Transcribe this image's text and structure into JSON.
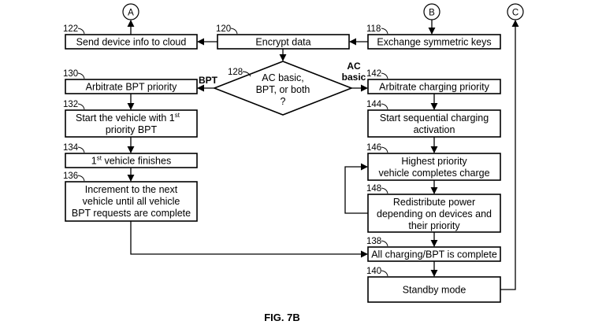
{
  "connectors": {
    "a": "A",
    "b": "B",
    "c": "C"
  },
  "refs": {
    "r118": "118",
    "r120": "120",
    "r122": "122",
    "r128": "128",
    "r130": "130",
    "r132": "132",
    "r134": "134",
    "r136": "136",
    "r138": "138",
    "r140": "140",
    "r142": "142",
    "r144": "144",
    "r146": "146",
    "r148": "148"
  },
  "boxes": {
    "b122": "Send device info to cloud",
    "b120": "Encrypt data",
    "b118": "Exchange symmetric keys",
    "b130": "Arbitrate BPT priority",
    "b132_l1": "Start the vehicle with 1",
    "b132_sup": "st",
    "b132_l2": "priority BPT",
    "b134_sup": "st",
    "b134_rest": " vehicle finishes",
    "b134_num": "1",
    "b136_l1": "Increment to the next",
    "b136_l2": "vehicle until all vehicle",
    "b136_l3": "BPT requests are complete",
    "b142": "Arbitrate charging priority",
    "b144_l1": "Start sequential charging",
    "b144_l2": "activation",
    "b146_l1": "Highest priority",
    "b146_l2": "vehicle completes charge",
    "b148_l1": "Redistribute power",
    "b148_l2": "depending on devices and",
    "b148_l3": "their priority",
    "b138": "All charging/BPT is complete",
    "b140": "Standby mode"
  },
  "decision": {
    "l1": "AC basic,",
    "l2": "BPT, or both",
    "l3": "?"
  },
  "branch_labels": {
    "bpt": "BPT",
    "ac_l1": "AC",
    "ac_l2": "basic"
  },
  "figure_label": "FIG. 7B"
}
